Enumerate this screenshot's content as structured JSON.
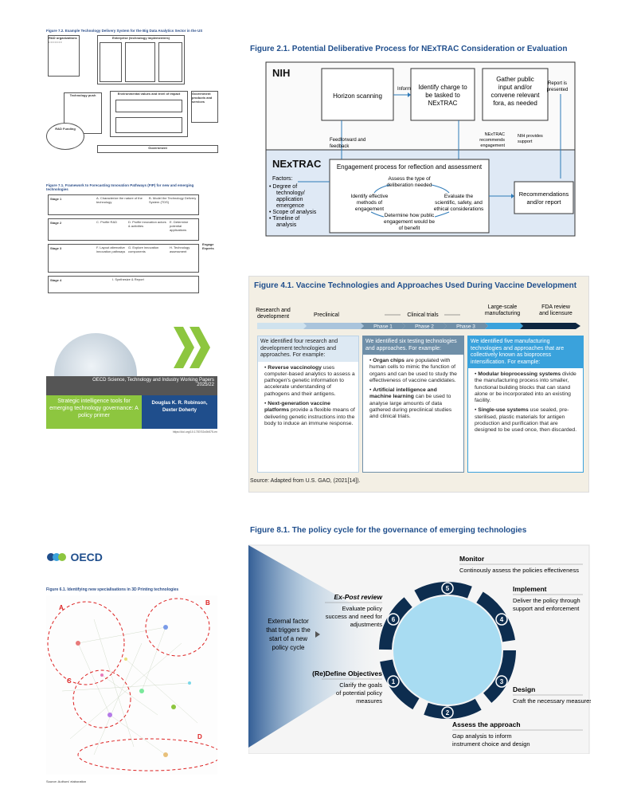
{
  "fig72": {
    "title": "Figure 7.2. Example Technology Delivery System for the Big Data Analytics Sector in the US",
    "labels": {
      "rd": "R&D organizations",
      "enterprise": "Enterprise (technology implementers)",
      "env": "Environmental values and level of impact",
      "govt": "Government products and services",
      "path": "Technology push",
      "funding": "R&D Funding",
      "gov_bottom": "Government"
    }
  },
  "fig71": {
    "title": "Figure 7.1. Framework to Forecasting Innovation Pathways (FIP) for new and emerging technologies",
    "steps": [
      "Stage 1",
      "Stage 2",
      "Stage 3",
      "Stage 4"
    ],
    "phases": [
      "A. Characterize the nature of the technology",
      "B. Model the Technology Delivery System (TDS)",
      "C. Profile R&D",
      "D. Profile innovation actors & activities",
      "E. Determine potential applications",
      "F. Layout alternative innovation pathways",
      "G. Explore innovation components",
      "H. Technology assessment",
      "I. Synthesize & Report"
    ],
    "side_label": "Engage Experts"
  },
  "cover": {
    "series": "OECD Science, Technology and Industry Working Papers",
    "number": "2025/22",
    "title": "Strategic intelligence tools for emerging technology governance: A policy primer",
    "authors": "Douglas K. R. Robinson, Dexter Doherty",
    "doi": "https://doi.org/10.1787/02c0b575-en"
  },
  "fig21": {
    "title": "Figure 2.1. Potential Deliberative Process for NExTRAC Consideration or Evaluation",
    "nih": "NIH",
    "horizon": "Horizon scanning",
    "informs": "Informs",
    "identify_charge": "Identify charge to be tasked to NExTRAC",
    "gather": "Gather public input and/or convene relevant fora, as needed",
    "report_presented": "Report is presented",
    "feedforward": "Feedforward and feedback",
    "recommends": "NExTRAC recommends engagement",
    "nih_support": "NIH provides support",
    "nextrac": "NExTRAC",
    "engagement": "Engagement process for reflection and assessment",
    "factors_title": "Factors:",
    "factors": [
      "Degree of technology/ application emergence",
      "Scope of analysis",
      "Timeline of analysis"
    ],
    "assess": "Assess the type of deliberation needed",
    "identify_methods": "Identify effective methods of engagement",
    "evaluate": "Evaluate the scientific, safety, and ethical considerations",
    "determine": "Determine how public engagement would be of benefit",
    "recommendations": "Recommendations and/or report"
  },
  "fig41": {
    "title": "Figure 4.1. Vaccine Technologies and Approaches Used During Vaccine Development",
    "stages": [
      "Research and development",
      "Preclinical",
      "Clinical trials",
      "Large-scale manufacturing",
      "FDA review and licensure"
    ],
    "phases": [
      "Phase 1",
      "Phase 2",
      "Phase 3"
    ],
    "col1_head": "We identified four research and development technologies and approaches. For example:",
    "col1_items": [
      {
        "bold": "Reverse vaccinology",
        "text": " uses computer-based analytics to assess a pathogen's genetic information to accelerate understanding of pathogens and their antigens."
      },
      {
        "bold": "Next-generation vaccine platforms",
        "text": " provide a flexible means of delivering genetic instructions into the body to induce an immune response."
      }
    ],
    "col2_head": "We identified six testing technologies and approaches. For example:",
    "col2_items": [
      {
        "bold": "Organ chips",
        "text": " are populated with human cells to mimic the function of organs and can be used to study the effectiveness of vaccine candidates."
      },
      {
        "bold": "Artificial intelligence and machine learning",
        "text": " can be used to analyse large amounts of data gathered during preclinical studies and clinical trials."
      }
    ],
    "col3_head": "We identified five manufacturing technologies and approaches that are collectively known as bioprocess intensification. For example:",
    "col3_items": [
      {
        "bold": "Modular bioprocessing systems",
        "text": " divide the manufacturing process into smaller, functional building blocks that can stand alone or be incorporated into an existing facility."
      },
      {
        "bold": "Single-use systems",
        "text": " use sealed, pre-sterilised, plastic materials for antigen production and purification that are designed to be used once, then discarded."
      }
    ],
    "source": "Source: Adapted from U.S. GAO, (2021[14])."
  },
  "oecd_logo": "OECD",
  "fig61": {
    "title": "Figure 6.1. Identifying new specialisations in 3D Printing technologies",
    "clusters": [
      "A",
      "B",
      "C",
      "D"
    ],
    "note": "Source: Authors' elaboration"
  },
  "fig81": {
    "title": "Figure 8.1. The policy cycle for the governance of emerging technologies",
    "external": "External factor that triggers the start of a new policy cycle",
    "steps": [
      {
        "n": "1",
        "title": "(Re)Define Objectives",
        "desc": "Clarify the goals of potential policy measures"
      },
      {
        "n": "2",
        "title": "Assess the approach",
        "desc": "Gap analysis to inform instrument choice and design"
      },
      {
        "n": "3",
        "title": "Design",
        "desc": "Craft the necessary measures"
      },
      {
        "n": "4",
        "title": "Implement",
        "desc": "Deliver the policy through support and enforcement"
      },
      {
        "n": "5",
        "title": "Monitor",
        "desc": "Continously assess the policies effectiveness"
      },
      {
        "n": "6",
        "title": "Ex-Post review",
        "desc": "Evaluate policy success and need for adjustments"
      }
    ]
  },
  "colors": {
    "oecd_blue": "#1f4e8c",
    "cycle_dark": "#0d2d4f",
    "cycle_light": "#a8dcf2",
    "green": "#8dc63f"
  }
}
